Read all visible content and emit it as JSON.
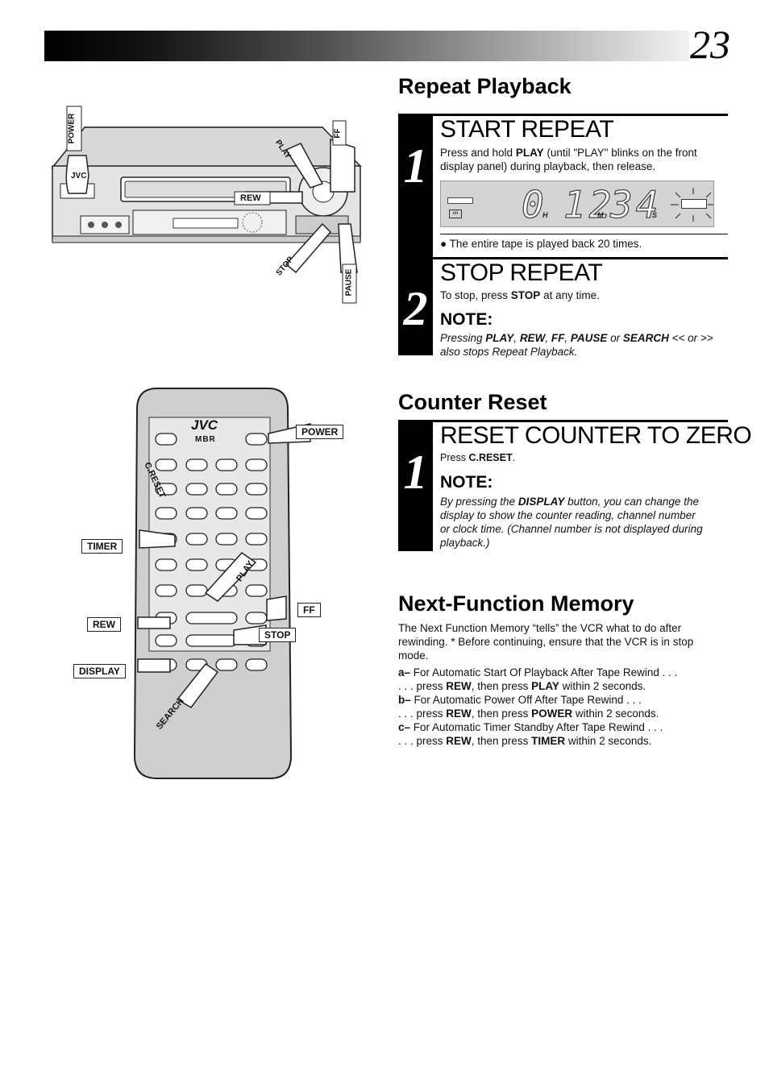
{
  "page_number": "23",
  "repeat_playback": {
    "title": "Repeat Playback",
    "step1": {
      "number": "1",
      "heading": "START REPEAT",
      "text_pre": "Press and hold ",
      "text_bold": "PLAY",
      "text_post": " (until \"PLAY\" blinks on the front display panel) during playback, then release.",
      "display": {
        "d1": "0",
        "h": "H",
        "d2": "12",
        "m": "M",
        "d3": "34",
        "s": "S"
      },
      "bullet": "The entire tape is played back 20 times."
    },
    "step2": {
      "number": "2",
      "heading": "STOP REPEAT",
      "text_pre": "To stop, press ",
      "text_bold": "STOP",
      "text_post": " at any time.",
      "note_label": "NOTE:",
      "note": {
        "p1": "Pressing ",
        "b1": "PLAY",
        "p2": ", ",
        "b2": "REW",
        "p3": ", ",
        "b3": "FF",
        "p4": ", ",
        "b4": "PAUSE",
        "p5": " or ",
        "b5": "SEARCH",
        "p6": " << or >>",
        "p7": "also stops Repeat Playback."
      }
    }
  },
  "counter_reset": {
    "title": "Counter Reset",
    "step1": {
      "number": "1",
      "heading": "RESET COUNTER TO ZERO",
      "text_pre": "Press ",
      "text_bold": "C.RESET",
      "text_post": ".",
      "note_label": "NOTE:",
      "note": {
        "l1a": "By pressing the ",
        "l1b": "DISPLAY",
        "l1c": " button, you can change the",
        "l2": "display to show the counter reading, channel number",
        "l3": "or clock time. (Channel number is not displayed during",
        "l4": "playback.)"
      }
    }
  },
  "next_function": {
    "title": "Next-Function Memory",
    "intro": {
      "l1": "The Next Function Memory “tells” the VCR what to do after",
      "l2": "rewinding. * Before continuing, ensure that the VCR is in stop",
      "l3": "mode."
    },
    "items": [
      {
        "tag": "a–",
        "line1": " For Automatic Start Of Playback After Tape Rewind . . .",
        "pre": ". . . press ",
        "b1": "REW",
        "mid": ", then press ",
        "b2": "PLAY",
        "post": " within 2 seconds."
      },
      {
        "tag": "b–",
        "line1": " For Automatic Power Off After Tape Rewind . . .",
        "pre": ". . . press ",
        "b1": "REW",
        "mid": ", then press ",
        "b2": "POWER",
        "post": " within 2 seconds."
      },
      {
        "tag": "c–",
        "line1": " For Automatic Timer Standby After Tape Rewind . . .",
        "pre": ". . . press ",
        "b1": "REW",
        "mid": ", then press ",
        "b2": "TIMER",
        "post": " within 2 seconds."
      }
    ]
  },
  "vcr_labels": {
    "power": "POWER",
    "play": "PLAY",
    "ff": "FF",
    "rew": "REW",
    "stop": "STOP",
    "pause": "PAUSE",
    "brand": "JVC"
  },
  "remote_labels": {
    "brand": "JVC",
    "sub": "MBR",
    "power": "POWER",
    "creset": "C.RESET",
    "timer": "TIMER",
    "play": "PLAY",
    "ff": "FF",
    "rew": "REW",
    "stop": "STOP",
    "display": "DISPLAY",
    "search": "SEARCH"
  }
}
